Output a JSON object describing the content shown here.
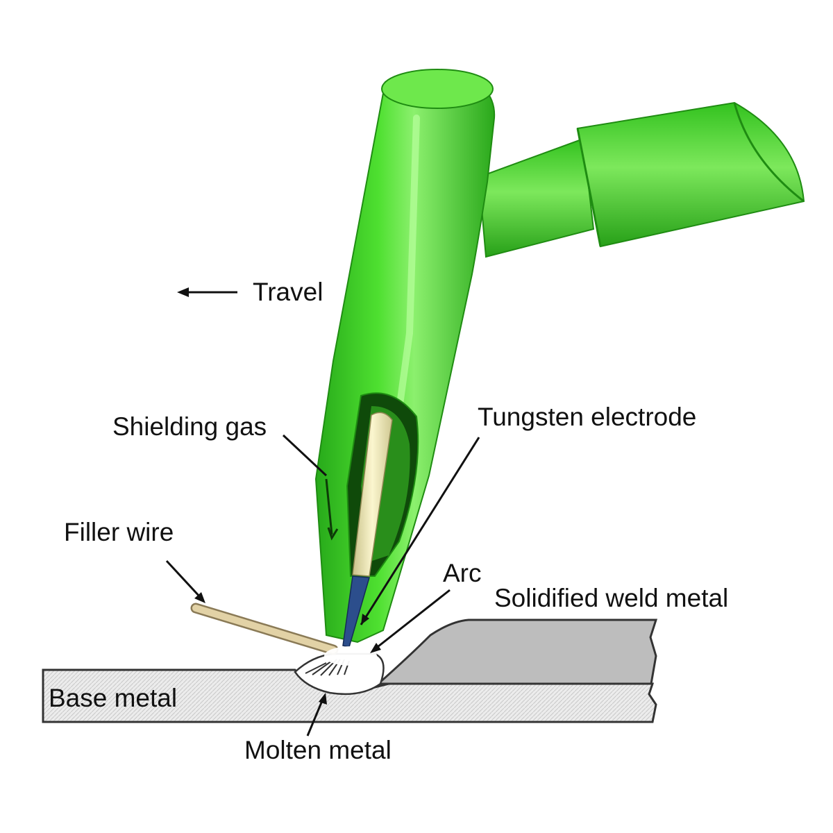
{
  "labels": {
    "travel": "Travel",
    "shielding_gas": "Shielding gas",
    "tungsten_electrode": "Tungsten electrode",
    "filler_wire": "Filler wire",
    "arc": "Arc",
    "solidified_weld_metal": "Solidified weld metal",
    "base_metal": "Base metal",
    "molten_metal": "Molten metal"
  },
  "colors": {
    "torch": "#3fd624",
    "torch_dark": "#1f8c12",
    "torch_light": "#8cf06e",
    "electrode": "#f3eeb8",
    "electrode_tip": "#2c4e8c",
    "filler_wire": "#d9c79a",
    "base_metal": "#e7e7e7",
    "weld_metal": "#bdbdbd",
    "outline": "#333333"
  }
}
